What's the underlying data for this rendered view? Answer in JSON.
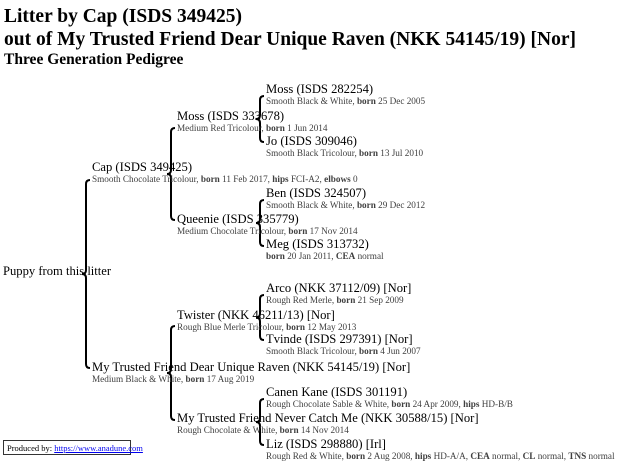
{
  "title_line1": "Litter by Cap (ISDS 349425)",
  "title_line2": "out of My Trusted Friend Dear Unique Raven (NKK 54145/19) [Nor]",
  "subtitle": "Three Generation Pedigree",
  "root": "Puppy from this litter",
  "sire": {
    "name": "Cap (ISDS 349425)",
    "info": [
      "Smooth Chocolate Tricolour, ",
      "born",
      " 11 Feb 2017, ",
      "hips",
      " FCI-A2, ",
      "elbows",
      " 0"
    ],
    "sire": {
      "name": "Moss (ISDS 333678)",
      "info": [
        "Medium Red Tricolour, ",
        "born",
        " 1 Jun 2014"
      ],
      "sire": {
        "name": "Moss (ISDS 282254)",
        "info": [
          "Smooth Black & White, ",
          "born",
          " 25 Dec 2005"
        ]
      },
      "dam": {
        "name": "Jo (ISDS 309046)",
        "info": [
          "Smooth Black Tricolour, ",
          "born",
          " 13 Jul 2010"
        ]
      }
    },
    "dam": {
      "name": "Queenie (ISDS 335779)",
      "info": [
        "Medium Chocolate Tricolour, ",
        "born",
        " 17 Nov 2014"
      ],
      "sire": {
        "name": "Ben (ISDS 324507)",
        "info": [
          "Smooth Black & White, ",
          "born",
          " 29 Dec 2012"
        ]
      },
      "dam": {
        "name": "Meg (ISDS 313732)",
        "info": [
          "",
          "born",
          " 20 Jan 2011, ",
          "CEA",
          " normal"
        ]
      }
    }
  },
  "dam": {
    "name": "My Trusted Friend Dear Unique Raven (NKK 54145/19) [Nor]",
    "info": [
      "Medium Black & White, ",
      "born",
      " 17 Aug 2019"
    ],
    "sire": {
      "name": "Twister (NKK 46211/13) [Nor]",
      "info": [
        "Rough Blue Merle Tricolour, ",
        "born",
        " 12 May 2013"
      ],
      "sire": {
        "name": "Arco (NKK 37112/09) [Nor]",
        "info": [
          "Rough Red Merle, ",
          "born",
          " 21 Sep 2009"
        ]
      },
      "dam": {
        "name": "Tvinde (ISDS 297391) [Nor]",
        "info": [
          "Smooth Black Tricolour, ",
          "born",
          " 4 Jun 2007"
        ]
      }
    },
    "dam": {
      "name": "My Trusted Friend Never Catch Me (NKK 30588/15) [Nor]",
      "info": [
        "Rough Chocolate & White, ",
        "born",
        " 14 Nov 2014"
      ],
      "sire": {
        "name": "Canen Kane (ISDS 301191)",
        "info": [
          "Rough Chocolate Sable & White, ",
          "born",
          " 24 Apr 2009, ",
          "hips",
          " HD-B/B"
        ]
      },
      "dam": {
        "name": "Liz (ISDS 298880) [Irl]",
        "info": [
          "Rough Red & White, ",
          "born",
          " 2 Aug 2008, ",
          "hips",
          " HD-A/A, ",
          "CEA",
          " normal, ",
          "CL",
          " normal, ",
          "TNS",
          " normal"
        ]
      }
    }
  },
  "footer": {
    "label": "Produced by: ",
    "link": "https://www.anadune.com"
  }
}
